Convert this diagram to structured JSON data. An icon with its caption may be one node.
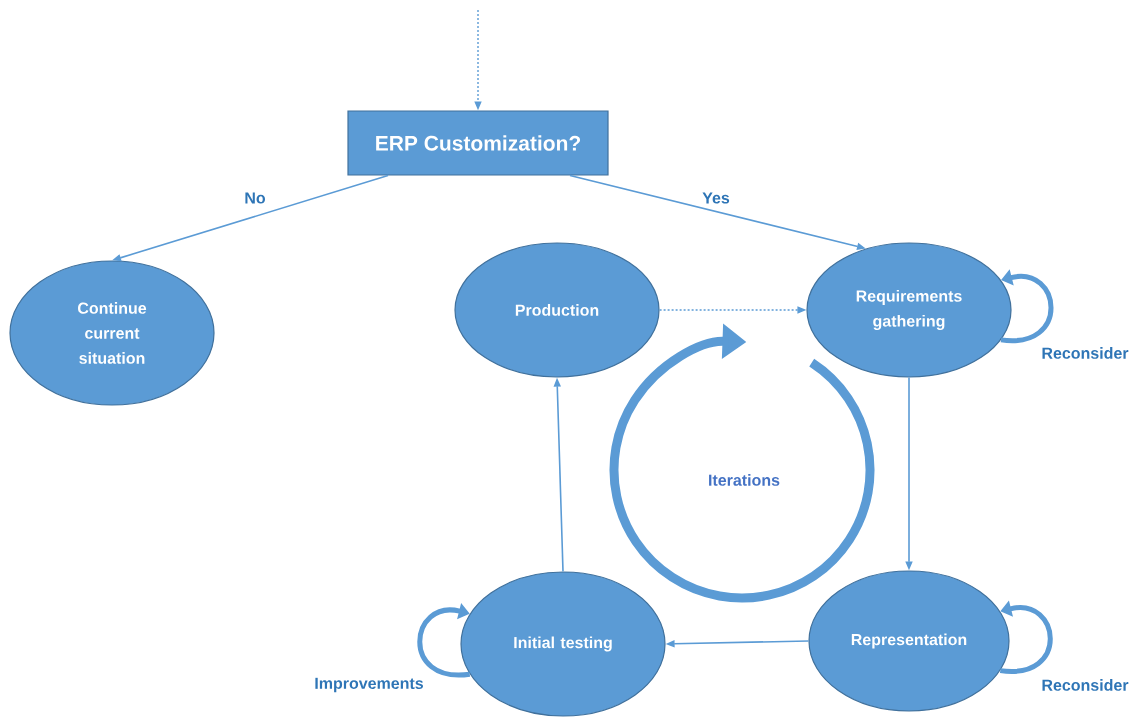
{
  "diagram": {
    "nodes": [
      {
        "text": [
          "ERP Customization?"
        ]
      },
      {
        "text": [
          "Continue current situation"
        ]
      },
      {
        "text": [
          "Production"
        ]
      },
      {
        "text": [
          "Requirements gathering"
        ]
      },
      {
        "text": [
          "Representation"
        ]
      },
      {
        "text": [
          "Initial testing"
        ]
      }
    ],
    "edges": [
      {
        "from": null,
        "to": 0,
        "arrow": "to",
        "style": "dashed"
      },
      {
        "from": 0,
        "to": 1,
        "arrow": "to",
        "label": "No"
      },
      {
        "from": 0,
        "to": 3,
        "arrow": "to",
        "label": "Yes"
      },
      {
        "from": 2,
        "to": 3,
        "arrow": "to",
        "style": "dashed"
      },
      {
        "from": 3,
        "to": 4,
        "arrow": "to"
      },
      {
        "from": 4,
        "to": 5,
        "arrow": "to"
      },
      {
        "from": 5,
        "to": 2,
        "arrow": "to"
      },
      {
        "from": 3,
        "to": 3,
        "arrow": "to",
        "style": "thick",
        "label": "Reconsider"
      },
      {
        "from": 4,
        "to": 4,
        "arrow": "to",
        "style": "thick",
        "label": "Reconsider"
      },
      {
        "from": 5,
        "to": 5,
        "arrow": "to",
        "style": "thick",
        "label": "Improvements"
      }
    ],
    "labels": [
      "Iterations"
    ]
  }
}
